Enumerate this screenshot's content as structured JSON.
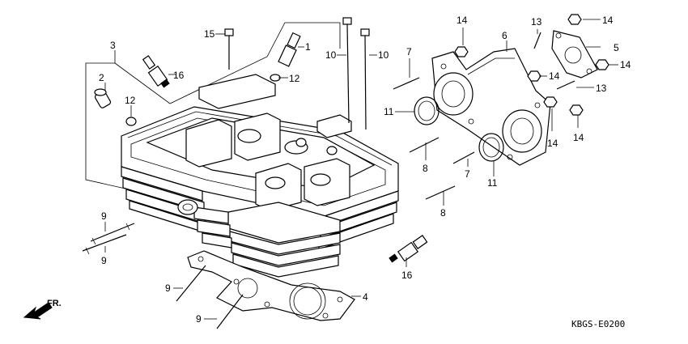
{
  "callouts": {
    "c1": "1",
    "c2": "2",
    "c3": "3",
    "c4": "4",
    "c5": "5",
    "c6": "6",
    "c7a": "7",
    "c7b": "7",
    "c8a": "8",
    "c8b": "8",
    "c9a": "9",
    "c9b": "9",
    "c9c": "9",
    "c9d": "9",
    "c10a": "10",
    "c10b": "10",
    "c11a": "11",
    "c11b": "11",
    "c12a": "12",
    "c12b": "12",
    "c13a": "13",
    "c13b": "13",
    "c14a": "14",
    "c14b": "14",
    "c14c": "14",
    "c14d": "14",
    "c14e": "14",
    "c14f": "14",
    "c15": "15",
    "c16a": "16",
    "c16b": "16"
  },
  "direction_label": "FR.",
  "diagram_code": "KBGS-E0200"
}
